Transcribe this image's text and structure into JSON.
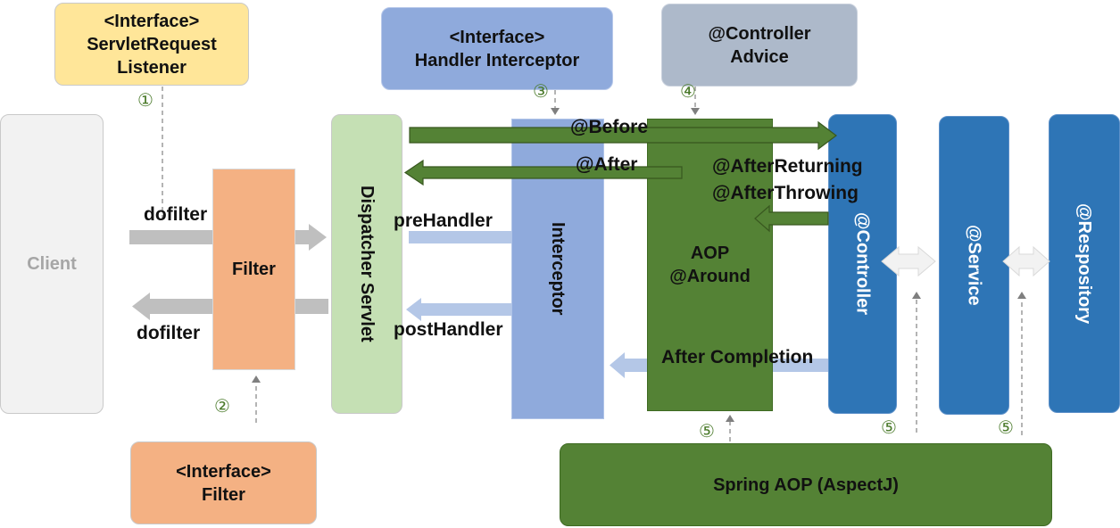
{
  "boxes": {
    "client": "Client",
    "filter": "Filter",
    "dispatcher": "Dispatcher Servlet",
    "interceptor": "Interceptor",
    "aop_line1": "AOP",
    "aop_line2": "@Around",
    "controller": "@Controller",
    "service": "@Service",
    "repository": "@Respository"
  },
  "interfaces": {
    "servlet_request_listener": [
      "<Interface>",
      "ServletRequest",
      "Listener"
    ],
    "handler_interceptor": [
      "<Interface>",
      "Handler Interceptor"
    ],
    "controller_advice": [
      "@Controller",
      "Advice"
    ],
    "filter": [
      "<Interface>",
      "Filter"
    ],
    "spring_aop": "Spring AOP (AspectJ)"
  },
  "labels": {
    "dofilter_in": "dofilter",
    "dofilter_out": "dofilter",
    "pre_handler": "preHandler",
    "post_handler": "postHandler",
    "before": "@Before",
    "after": "@After",
    "after_returning": "@AfterReturning",
    "after_throwing": "@AfterThrowing",
    "after_completion": "After Completion"
  },
  "markers": {
    "one": "①",
    "two": "②",
    "three": "③",
    "four": "④",
    "five": "⑤"
  },
  "colors": {
    "client": "#f2f2f2",
    "filter": "#f4b183",
    "dispatcher": "#c5e0b4",
    "interceptor": "#8faadc",
    "aop": "#548235",
    "bean": "#2e75b6",
    "listener": "#ffe699",
    "advice": "#adb9ca",
    "grey_arrow": "#bfbfbf",
    "light_blue_arrow": "#b4c7e7",
    "green_arrow": "#548235"
  }
}
